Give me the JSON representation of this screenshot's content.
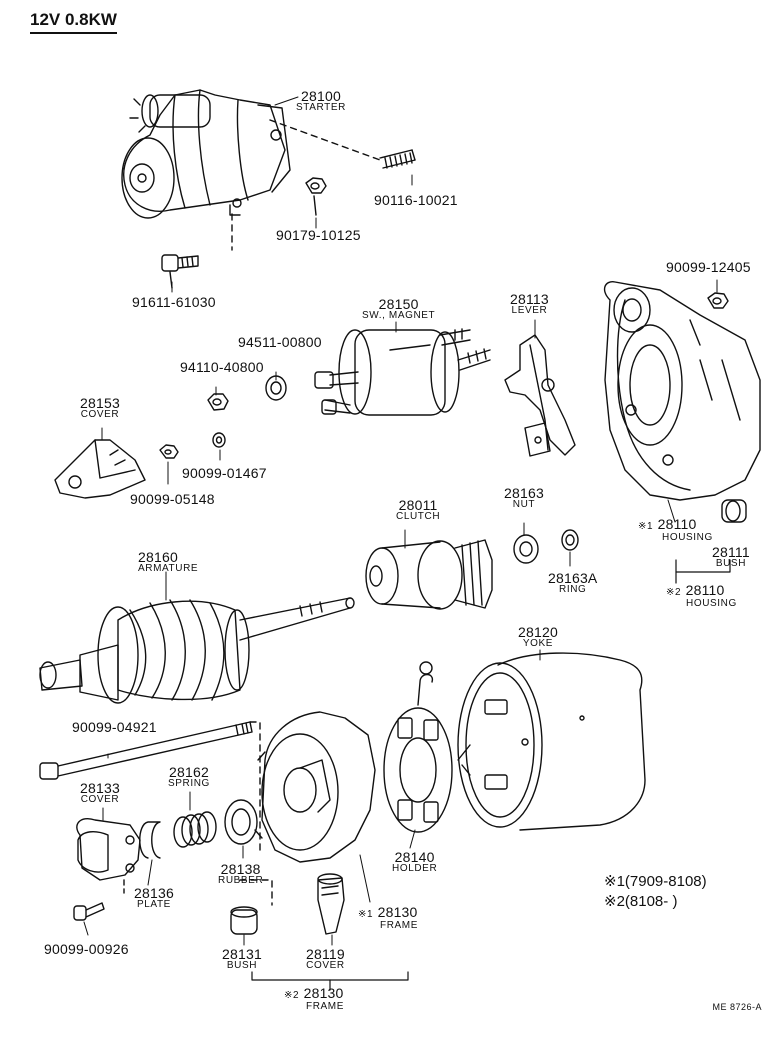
{
  "title": "12V 0.8KW",
  "parts": {
    "p28100": {
      "num": "28100",
      "name": "STARTER"
    },
    "p90116": {
      "num": "90116-10021"
    },
    "p90179": {
      "num": "90179-10125"
    },
    "p91611": {
      "num": "91611-61030"
    },
    "p28150": {
      "num": "28150",
      "name": "SW., MAGNET"
    },
    "p94511": {
      "num": "94511-00800"
    },
    "p94110": {
      "num": "94110-40800"
    },
    "p28113": {
      "num": "28113",
      "name": "LEVER"
    },
    "p90099_12405": {
      "num": "90099-12405"
    },
    "p28153": {
      "num": "28153",
      "name": "COVER"
    },
    "p90099_01467": {
      "num": "90099-01467"
    },
    "p90099_05148": {
      "num": "90099-05148"
    },
    "p28011": {
      "num": "28011",
      "name": "CLUTCH"
    },
    "p28163": {
      "num": "28163",
      "name": "NUT"
    },
    "p28110a": {
      "mark": "※1",
      "num": "28110",
      "name": "HOUSING"
    },
    "p28111": {
      "num": "28111",
      "name": "BUSH"
    },
    "p28110b": {
      "mark": "※2",
      "num": "28110",
      "name": "HOUSING"
    },
    "p28160": {
      "num": "28160",
      "name": "ARMATURE"
    },
    "p28163A": {
      "num": "28163A",
      "name": "RING"
    },
    "p28120": {
      "num": "28120",
      "name": "YOKE"
    },
    "p90099_04921": {
      "num": "90099-04921"
    },
    "p28133": {
      "num": "28133",
      "name": "COVER"
    },
    "p28162": {
      "num": "28162",
      "name": "SPRING"
    },
    "p28138": {
      "num": "28138",
      "name": "RUBBER"
    },
    "p28140": {
      "num": "28140",
      "name": "HOLDER"
    },
    "p28136": {
      "num": "28136",
      "name": "PLATE"
    },
    "p28130a": {
      "mark": "※1",
      "num": "28130",
      "name": "FRAME"
    },
    "p90099_00926": {
      "num": "90099-00926"
    },
    "p28131": {
      "num": "28131",
      "name": "BUSH"
    },
    "p28119": {
      "num": "28119",
      "name": "COVER"
    },
    "p28130b": {
      "mark": "※2",
      "num": "28130",
      "name": "FRAME"
    }
  },
  "legend": {
    "l1": "※1(7909-8108)",
    "l2": "※2(8108-      )"
  },
  "ref_code": "ME 8726-A"
}
